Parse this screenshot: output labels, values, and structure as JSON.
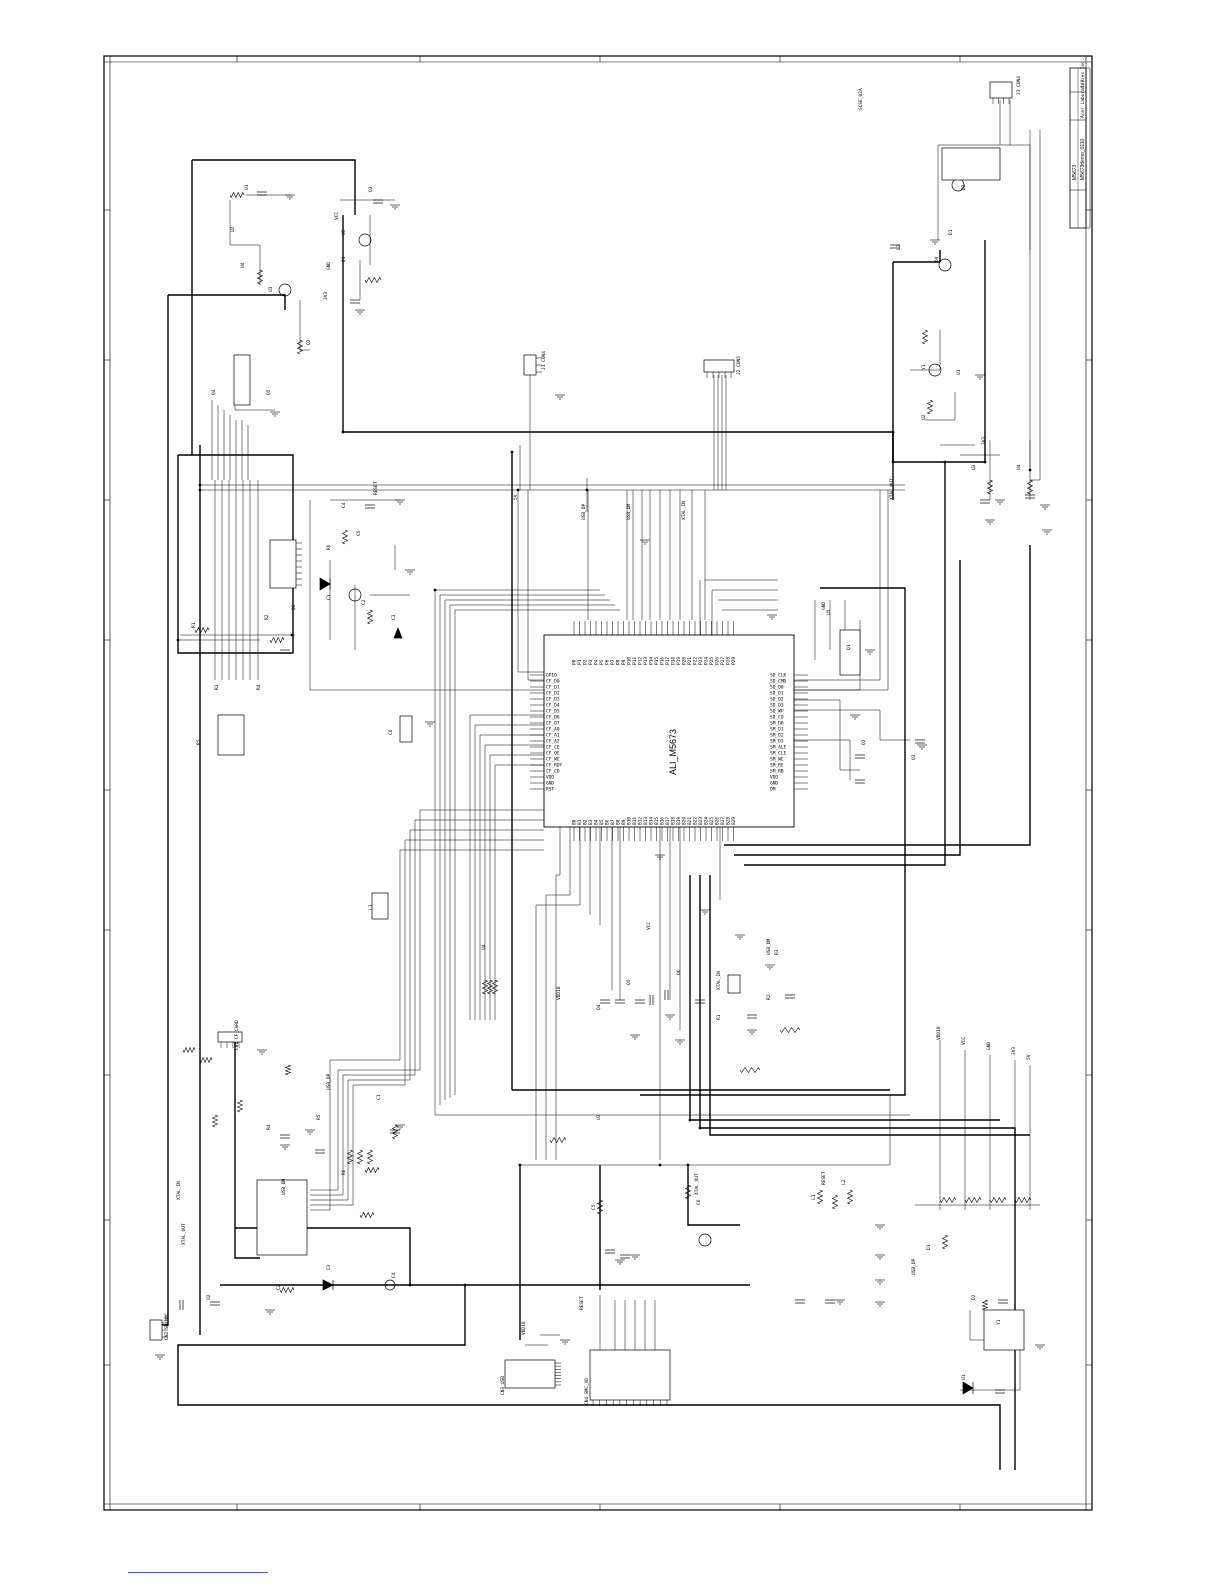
{
  "sheet": {
    "chip_label": "ALI_M5673",
    "title_block": {
      "project": "M5673",
      "document": "M5673demo_0110",
      "sheet_no": "1/3",
      "company": "Acer Laboratories Inc."
    },
    "top_note": "SCSE_02A",
    "footer_link": ""
  },
  "connectors": [
    {
      "ref": "J1",
      "label": "CON4"
    },
    {
      "ref": "J2",
      "label": "CON5"
    },
    {
      "ref": "J3",
      "label": "CON4"
    },
    {
      "ref": "CN1",
      "label": "CF_CARD"
    },
    {
      "ref": "CN2",
      "label": "SD/MMC"
    },
    {
      "ref": "CN3",
      "label": "USB"
    },
    {
      "ref": "CN4",
      "label": "SMC_XD"
    }
  ],
  "components": [
    "U1",
    "U2",
    "U3",
    "U4",
    "U5",
    "Q1",
    "Q2",
    "Q3",
    "Q4",
    "Q5",
    "Q6",
    "R1",
    "R2",
    "R3",
    "R4",
    "R5",
    "R6",
    "C1",
    "C2",
    "C3",
    "C4",
    "C5",
    "C6",
    "L1",
    "L2",
    "D1",
    "D2",
    "Y1"
  ],
  "nets": [
    "VCC",
    "GND",
    "3V3",
    "5V",
    "USB_DP",
    "USB_DM",
    "XTAL_IN",
    "XTAL_OUT",
    "RESET",
    "VDD18"
  ],
  "pin_rows": {
    "left": [
      "GPIO",
      "CF_D0",
      "CF_D1",
      "CF_D2",
      "CF_D3",
      "CF_D4",
      "CF_D5",
      "CF_D6",
      "CF_D7",
      "CF_A0",
      "CF_A1",
      "CF_A2",
      "CF_CE",
      "CF_OE",
      "CF_WE",
      "CF_RDY",
      "CF_CD",
      "VDD",
      "GND",
      "RST"
    ],
    "right": [
      "SD_CLK",
      "SD_CMD",
      "SD_D0",
      "SD_D1",
      "SD_D2",
      "SD_D3",
      "SD_WP",
      "SD_CD",
      "SM_D0",
      "SM_D1",
      "SM_D2",
      "SM_D3",
      "SM_ALE",
      "SM_CLE",
      "SM_WE",
      "SM_RE",
      "SM_RB",
      "VDD",
      "GND",
      "DM"
    ],
    "top": [
      "P0",
      "P1",
      "P2",
      "P3",
      "P4",
      "P5",
      "P6",
      "P7",
      "P8",
      "P9",
      "P10",
      "P11",
      "P12",
      "P13",
      "P14",
      "P15",
      "P16",
      "P17",
      "P18",
      "P19",
      "P20",
      "P21",
      "P22",
      "P23",
      "P24",
      "P25",
      "P26",
      "P27",
      "P28",
      "P29"
    ],
    "bottom": [
      "B0",
      "B1",
      "B2",
      "B3",
      "B4",
      "B5",
      "B6",
      "B7",
      "B8",
      "B9",
      "B10",
      "B11",
      "B12",
      "B13",
      "B14",
      "B15",
      "B16",
      "B17",
      "B18",
      "B19",
      "B20",
      "B21",
      "B22",
      "B23",
      "B24",
      "B25",
      "B26",
      "B27",
      "B28",
      "B29"
    ]
  }
}
